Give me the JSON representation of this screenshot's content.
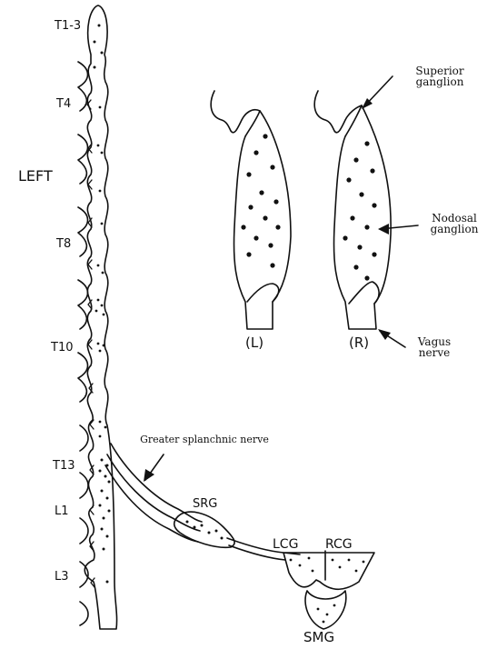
{
  "segments": {
    "t1_3": "T1-3",
    "t4": "T4",
    "t8": "T8",
    "t10": "T10",
    "t13": "T13",
    "l1": "L1",
    "l3": "L3"
  },
  "side_label": "LEFT",
  "vagus": {
    "left_label": "(L)",
    "right_label": "(R)",
    "superior_ganglion": "Superior ganglion",
    "nodose_ganglion": "Nodosal ganglion",
    "vagus_nerve": "Vagus nerve"
  },
  "abdominal": {
    "greater_splanchnic_nerve": "Greater splanchnic nerve",
    "srg": "SRG",
    "lcg": "LCG",
    "rcg": "RCG",
    "smg": "SMG"
  },
  "colors": {
    "ink": "#111111",
    "paper": "#ffffff"
  }
}
